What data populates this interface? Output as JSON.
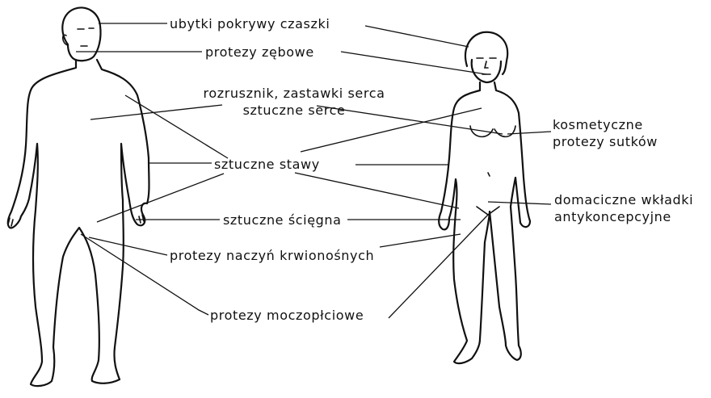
{
  "labels": {
    "skull": "ubytki pokrywy czaszki",
    "dentures": "protezy zębowe",
    "pacemaker_line1": "rozrusznik, zastawki serca",
    "pacemaker_line2": "sztuczne serce",
    "joints": "sztuczne stawy",
    "tendons": "sztuczne ścięgna",
    "vessels": "protezy naczyń krwionośnych",
    "urogenital": "protezy moczopłciowe",
    "breast_line1": "kosmetyczne",
    "breast_line2": "protezy sutków",
    "iud_line1": "domaciczne wkładki",
    "iud_line2": "antykoncepcyjne"
  },
  "colors": {
    "ink": "#111111",
    "paper": "#ffffff"
  }
}
